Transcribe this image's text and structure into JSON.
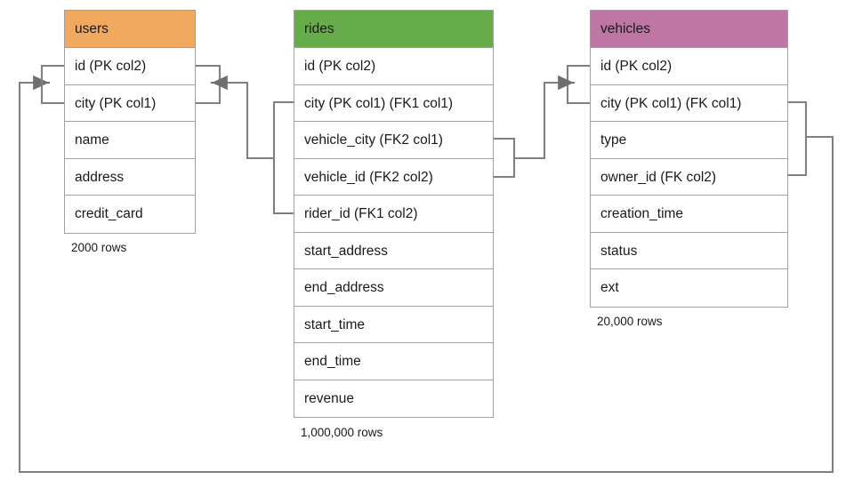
{
  "diagram": {
    "title_visible": false,
    "colors": {
      "users_header": "#F0A95E",
      "rides_header": "#67AC4B",
      "vehicles_header": "#BE77A5",
      "border": "#A0A0A0",
      "connector": "#808080",
      "text": "#1A1A1A",
      "background": "#FFFFFF"
    },
    "tables": [
      {
        "id": "users",
        "name": "users",
        "header_color": "#F0A95E",
        "row_count_label": "2000 rows",
        "fields": [
          "id (PK col2)",
          "city (PK col1)",
          "name",
          "address",
          "credit_card"
        ]
      },
      {
        "id": "rides",
        "name": "rides",
        "header_color": "#67AC4B",
        "row_count_label": "1,000,000 rows",
        "fields": [
          "id (PK col2)",
          "city (PK col1) (FK1 col1)",
          "vehicle_city (FK2 col1)",
          "vehicle_id (FK2 col2)",
          "rider_id (FK1 col2)",
          "start_address",
          "end_address",
          "start_time",
          "end_time",
          "revenue"
        ]
      },
      {
        "id": "vehicles",
        "name": "vehicles",
        "header_color": "#BE77A5",
        "row_count_label": "20,000 rows",
        "fields": [
          "id (PK col2)",
          "city (PK col1) (FK col1)",
          "type",
          "owner_id (FK col2)",
          "creation_time",
          "status",
          "ext"
        ]
      }
    ],
    "relationships": [
      {
        "id": "rides-rider-to-users",
        "from_table": "rides",
        "from_fields": [
          "city (PK col1) (FK1 col1)",
          "rider_id (FK1 col2)"
        ],
        "to_table": "users",
        "to_fields": [
          "id (PK col2)",
          "city (PK col1)"
        ],
        "arrow_at": "users"
      },
      {
        "id": "rides-vehicle-to-vehicles",
        "from_table": "rides",
        "from_fields": [
          "vehicle_city (FK2 col1)",
          "vehicle_id (FK2 col2)"
        ],
        "to_table": "vehicles",
        "to_fields": [
          "id (PK col2)",
          "city (PK col1) (FK col1)"
        ],
        "arrow_at": "vehicles"
      },
      {
        "id": "vehicles-owner-to-users",
        "from_table": "vehicles",
        "from_fields": [
          "city (PK col1) (FK col1)",
          "owner_id (FK col2)"
        ],
        "to_table": "users",
        "to_fields": [
          "id (PK col2)",
          "city (PK col1)"
        ],
        "arrow_at": "users"
      }
    ]
  }
}
